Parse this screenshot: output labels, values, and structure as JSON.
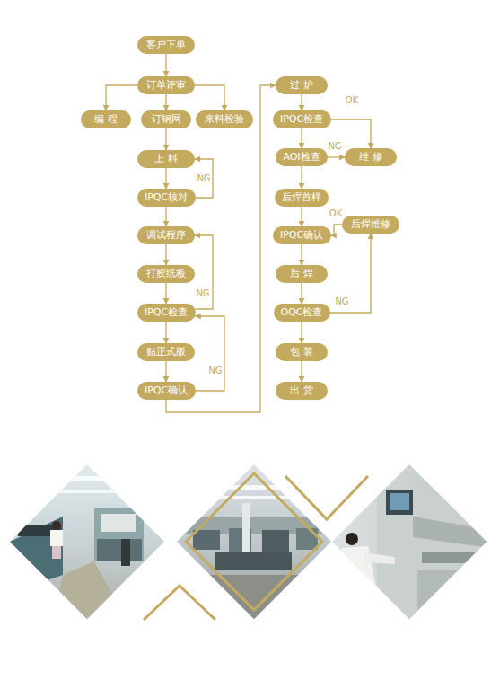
{
  "diagram": {
    "nodes": [
      {
        "text": [
          "客户下单"
        ]
      },
      {
        "text": [
          "订单评审"
        ]
      },
      {
        "text": [
          "编 程"
        ]
      },
      {
        "text": [
          "订钢网"
        ]
      },
      {
        "text": [
          "来料检验"
        ]
      },
      {
        "text": [
          "上 料"
        ]
      },
      {
        "text": [
          "IPQC核对"
        ]
      },
      {
        "text": [
          "调试程序"
        ]
      },
      {
        "text": [
          "打胶纸板"
        ]
      },
      {
        "text": [
          "IPQC检查"
        ]
      },
      {
        "text": [
          "贴正式版"
        ]
      },
      {
        "text": [
          "IPQC确认"
        ]
      },
      {
        "text": [
          "过 炉"
        ]
      },
      {
        "text": [
          "IPQC检查"
        ]
      },
      {
        "text": [
          "AOI检查"
        ]
      },
      {
        "text": [
          "维 修"
        ]
      },
      {
        "text": [
          "后焊首样"
        ]
      },
      {
        "text": [
          "IPQC确认"
        ]
      },
      {
        "text": [
          "后焊维修"
        ]
      },
      {
        "text": [
          "后 焊"
        ]
      },
      {
        "text": [
          "OQC检查"
        ]
      },
      {
        "text": [
          "包 装"
        ]
      },
      {
        "text": [
          "出 货"
        ]
      }
    ],
    "edges": [
      {
        "from": 0,
        "to": 1,
        "arrow": "to"
      },
      {
        "from": 1,
        "to": 2,
        "arrow": "to"
      },
      {
        "from": 1,
        "to": 3,
        "arrow": "to"
      },
      {
        "from": 1,
        "to": 4,
        "arrow": "to"
      },
      {
        "from": 3,
        "to": 5,
        "arrow": "to"
      },
      {
        "from": 5,
        "to": 6,
        "arrow": "to"
      },
      {
        "from": 6,
        "to": 5,
        "label": "NG",
        "arrow": "to"
      },
      {
        "from": 6,
        "to": 7,
        "arrow": "to"
      },
      {
        "from": 7,
        "to": 8,
        "arrow": "to"
      },
      {
        "from": 8,
        "to": 9,
        "arrow": "to"
      },
      {
        "from": 9,
        "to": 7,
        "label": "NG",
        "arrow": "to"
      },
      {
        "from": 9,
        "to": 10,
        "arrow": "to"
      },
      {
        "from": 10,
        "to": 11,
        "arrow": "to"
      },
      {
        "from": 11,
        "to": 9,
        "label": "NG",
        "arrow": "to"
      },
      {
        "from": 11,
        "to": 12,
        "arrow": "to"
      },
      {
        "from": 12,
        "to": 13,
        "arrow": "to"
      },
      {
        "from": 13,
        "to": 15,
        "label": "OK",
        "arrow": "to"
      },
      {
        "from": 13,
        "to": 14,
        "arrow": "to"
      },
      {
        "from": 14,
        "to": 15,
        "label": "NG",
        "arrow": "to"
      },
      {
        "from": 14,
        "to": 16,
        "arrow": "to"
      },
      {
        "from": 16,
        "to": 17,
        "arrow": "to"
      },
      {
        "from": 18,
        "to": 17,
        "label": "OK",
        "arrow": "to"
      },
      {
        "from": 17,
        "to": 19,
        "arrow": "to"
      },
      {
        "from": 19,
        "to": 20,
        "arrow": "to"
      },
      {
        "from": 20,
        "to": 18,
        "label": "NG",
        "arrow": "to"
      },
      {
        "from": 20,
        "to": 21,
        "arrow": "to"
      },
      {
        "from": 21,
        "to": 22,
        "arrow": "to"
      }
    ]
  }
}
